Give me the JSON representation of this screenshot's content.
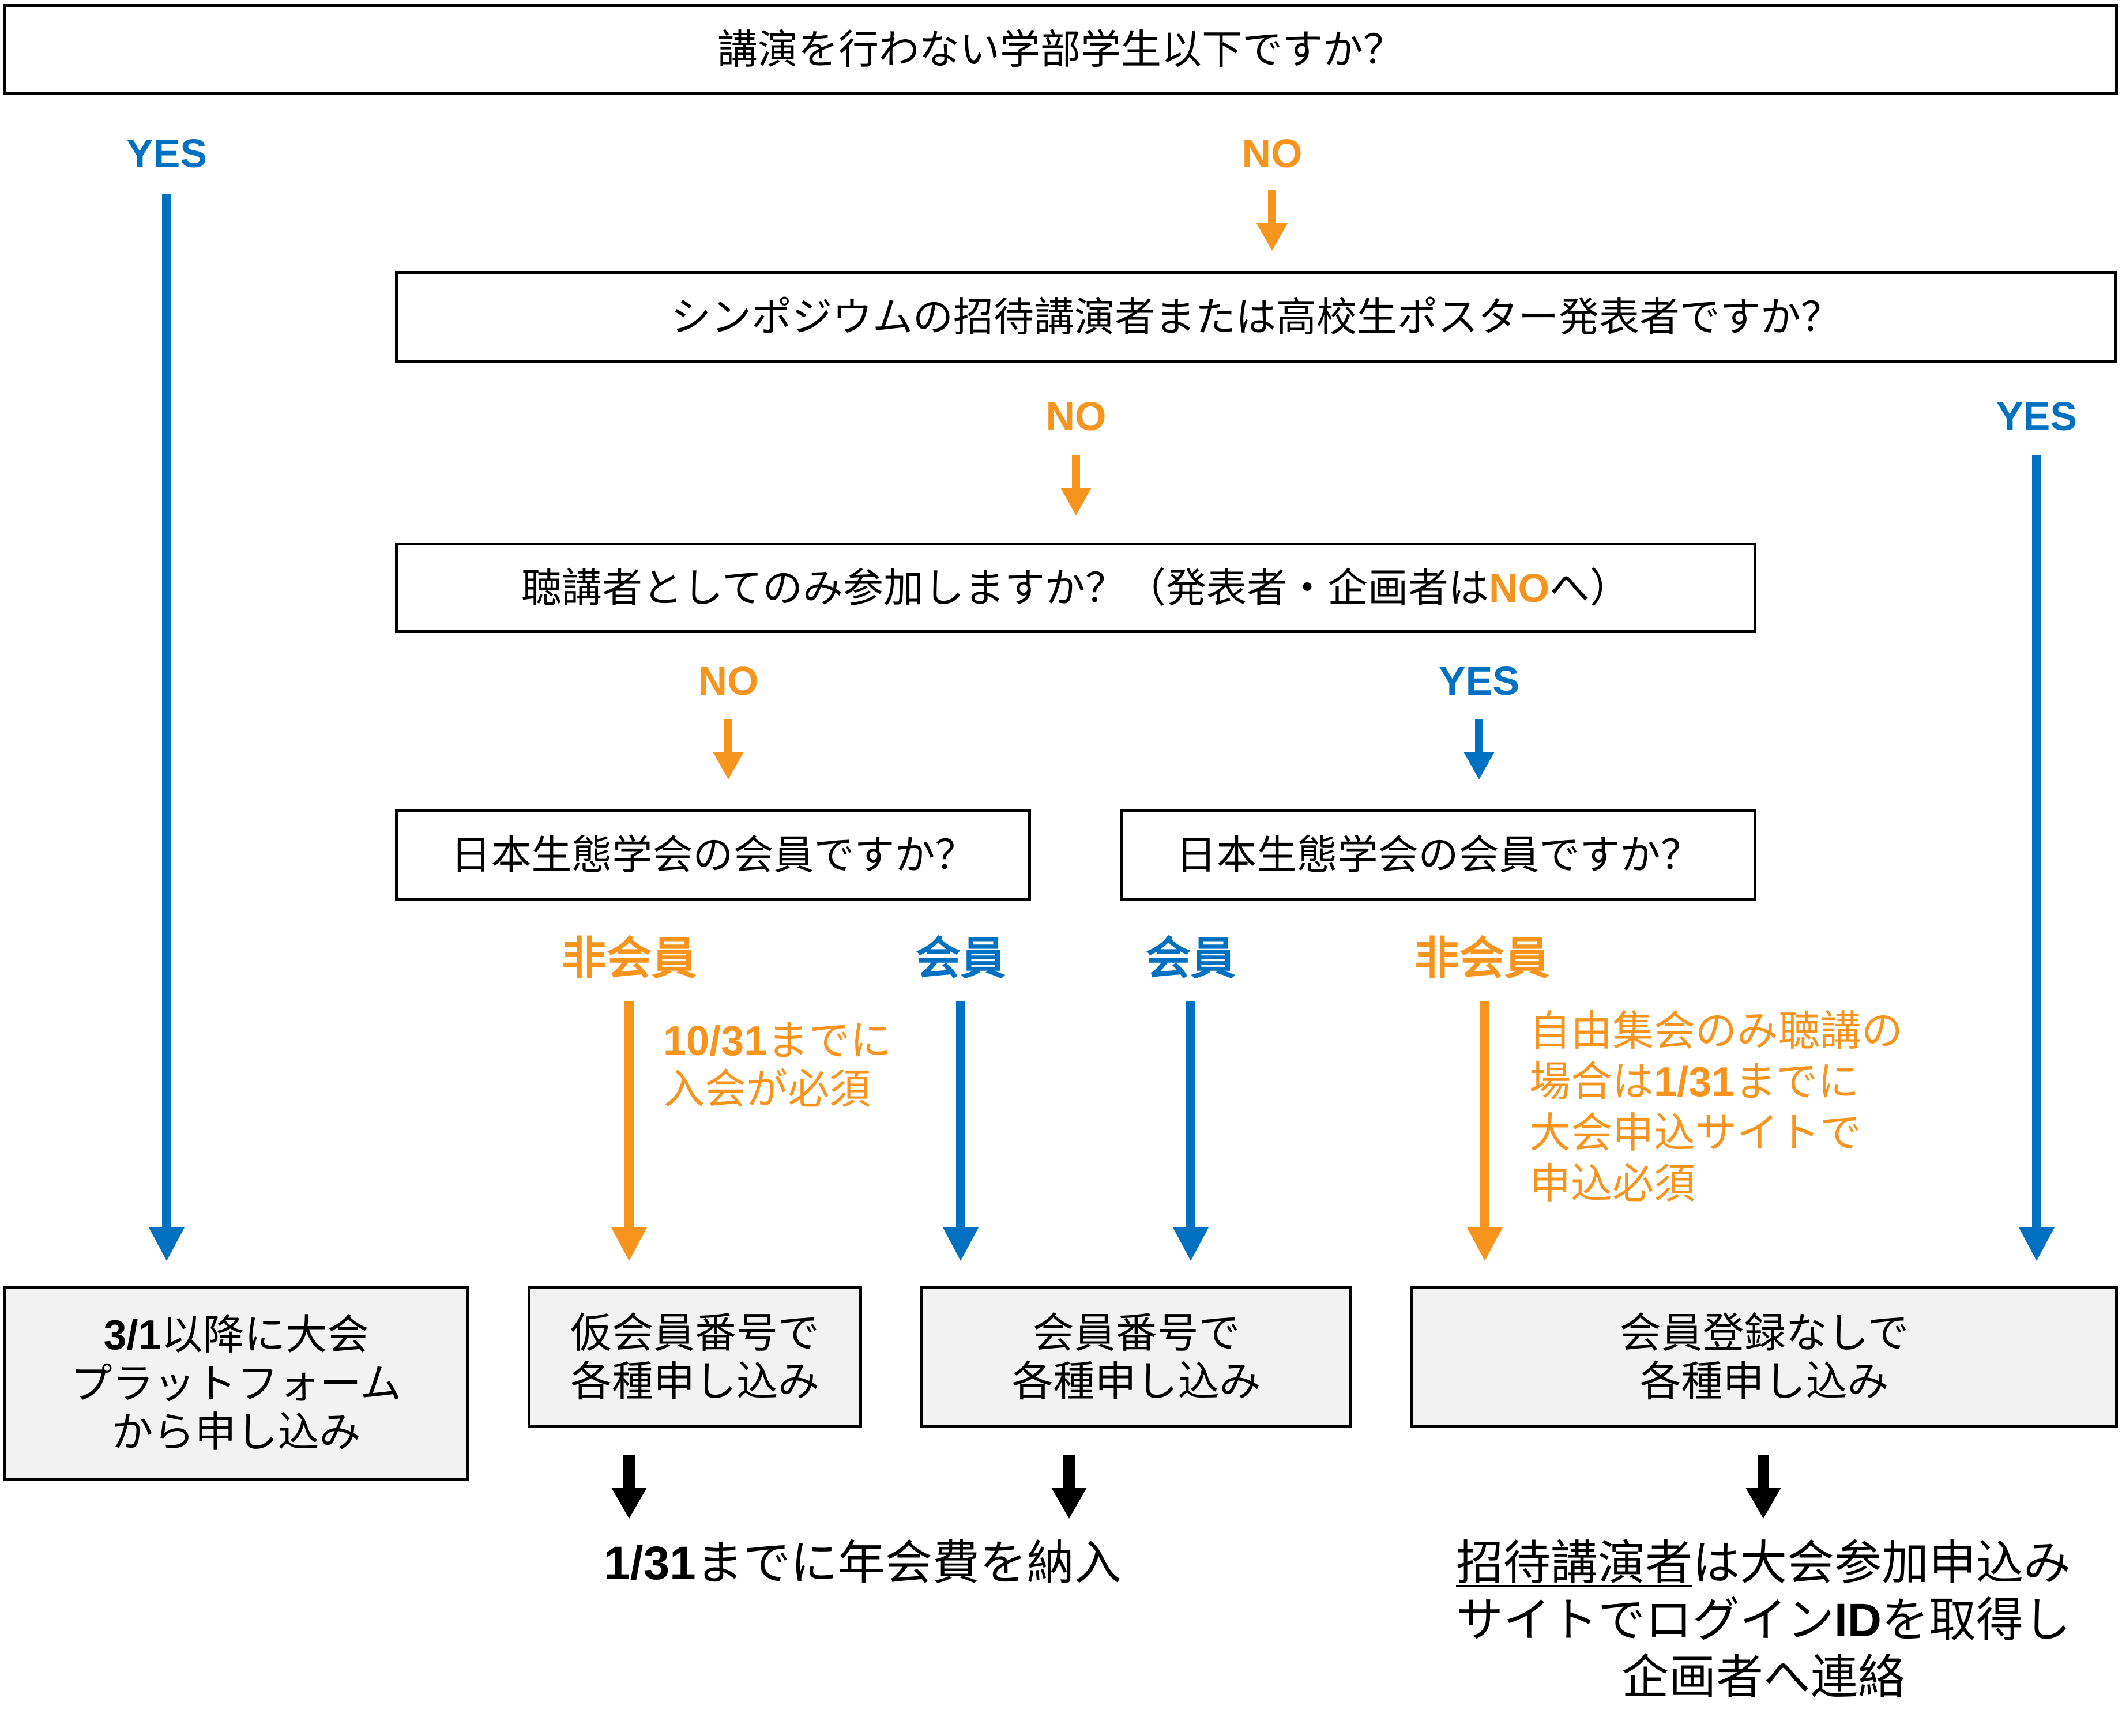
{
  "colors": {
    "yes_branch": "#0070C0",
    "no_branch": "#F7941E",
    "result_box_fill": "#F2F2F2",
    "ink": "#000000"
  },
  "q1": {
    "question": "講演を行わない学部学生以下ですか？",
    "yes_label": "YES",
    "no_label": "NO"
  },
  "q2": {
    "question": "シンポジウムの招待講演者または高校生ポスター発表者ですか？",
    "yes_label": "YES",
    "no_label": "NO"
  },
  "q3": {
    "question_before": "聴講者としてのみ参加しますか？（発表者・企画者は",
    "question_highlight": "NO",
    "question_after": "へ）",
    "yes_label": "YES",
    "no_label": "NO"
  },
  "q4_left": {
    "question": "日本生態学会の会員ですか？",
    "non_member_label": "非会員",
    "member_label": "会員",
    "non_member_note": {
      "line1_date": "10/31",
      "line1_rest": "までに",
      "line2": "入会が必須"
    }
  },
  "q4_right": {
    "question": "日本生態学会の会員ですか？",
    "member_label": "会員",
    "non_member_label": "非会員",
    "non_member_note": {
      "line1": "自由集会のみ聴講の",
      "line2_before": "場合は",
      "line2_date": "1/31",
      "line2_after": "までに",
      "line3": "大会申込サイトで",
      "line4": "申込必須"
    }
  },
  "results": {
    "platform": {
      "line1_date": "3/1",
      "line1_rest": "以降に大会",
      "line2": "プラットフォーム",
      "line3": "から申し込み"
    },
    "temporary_member": {
      "line1": "仮会員番号で",
      "line2": "各種申し込み"
    },
    "member": {
      "line1": "会員番号で",
      "line2": "各種申し込み"
    },
    "no_registration": {
      "line1": "会員登録なしで",
      "line2": "各種申し込み"
    }
  },
  "followups": {
    "annual_fee": {
      "date": "1/31",
      "rest": "までに年会費を納入"
    },
    "invited_speaker": {
      "line1_underlined": "招待講演者",
      "line1_rest": "は大会参加申込み",
      "line2_before": "サイトでログイン",
      "line2_bold": "ID",
      "line2_after": "を取得し",
      "line3": "企画者へ連絡"
    }
  }
}
